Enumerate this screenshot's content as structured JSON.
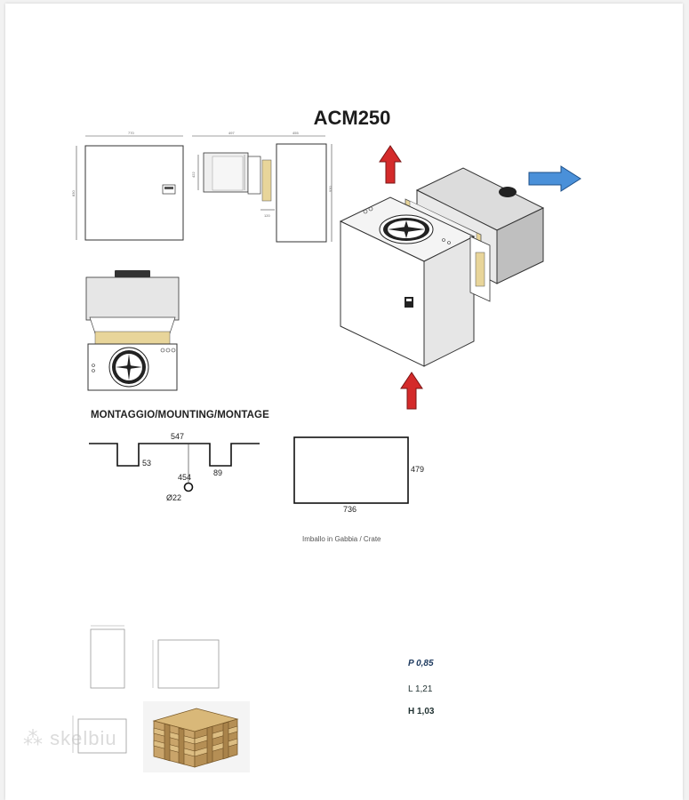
{
  "document": {
    "title": "ACM250",
    "mounting_heading": "MONTAGGIO/MOUNTING/MONTAGE",
    "mounting_dims": {
      "width": "547",
      "left_depth": "53",
      "right_depth": "89",
      "center": "454",
      "hole": "Ø22"
    },
    "crate_dims": {
      "width": "736",
      "height": "479"
    },
    "crate_caption": "Imballo  in Gabbia / Crate",
    "specs": {
      "p": "P 0,85",
      "l": "L 1,21",
      "h": "H 1,03"
    },
    "drawing_dims": {
      "front_width": "770",
      "front_height": "830",
      "side_left": "497",
      "side_right": "455",
      "side_small": "422",
      "side_height": "930",
      "side_bottom": "120"
    },
    "watermark": "skelbiu",
    "colors": {
      "arrow_red": "#d42a2a",
      "arrow_blue": "#4a90d9",
      "insulation": "#e8d59a",
      "crate_wood": "#c9a46a"
    }
  }
}
